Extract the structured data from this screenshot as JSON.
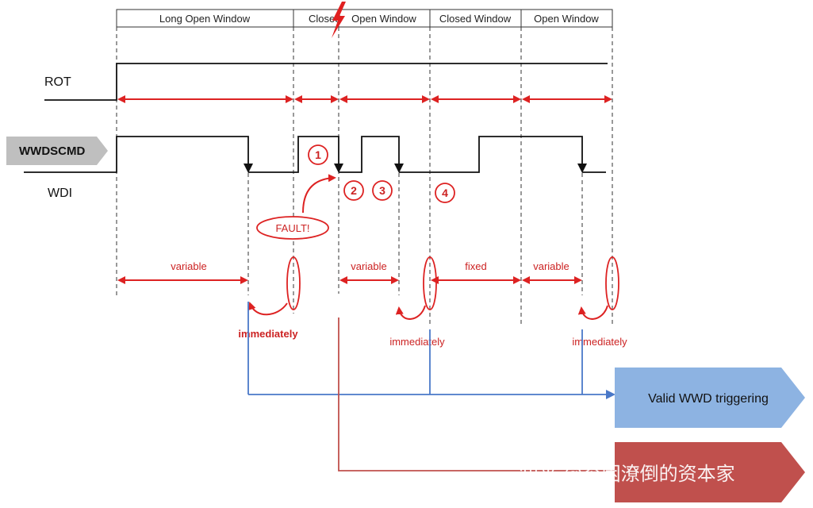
{
  "header": {
    "windows": [
      {
        "label": "Long Open Window"
      },
      {
        "label": "Closed"
      },
      {
        "label": "Open Window"
      },
      {
        "label": "Closed Window"
      },
      {
        "label": "Open Window"
      }
    ]
  },
  "signals": {
    "rot": "ROT",
    "wwdscmd": "WWDSCMD",
    "wdi": "WDI"
  },
  "markers": [
    "1",
    "2",
    "3",
    "4"
  ],
  "fault_label": "FAULT!",
  "durations": {
    "d1": "variable",
    "d2": "variable",
    "d3": "fixed",
    "d4": "variable"
  },
  "immediately": {
    "i1": "immediately",
    "i2": "immediately",
    "i3": "immediately"
  },
  "outputs": {
    "valid": "Valid WWD triggering",
    "invalid": ""
  },
  "watermark": "知乎 @穷困潦倒的资本家",
  "colors": {
    "red": "#dd2222",
    "blue": "#4a78c8",
    "blue_box": "#8db3e2",
    "red_box": "#c0504d",
    "grey_arrow": "#bfbfbf"
  }
}
